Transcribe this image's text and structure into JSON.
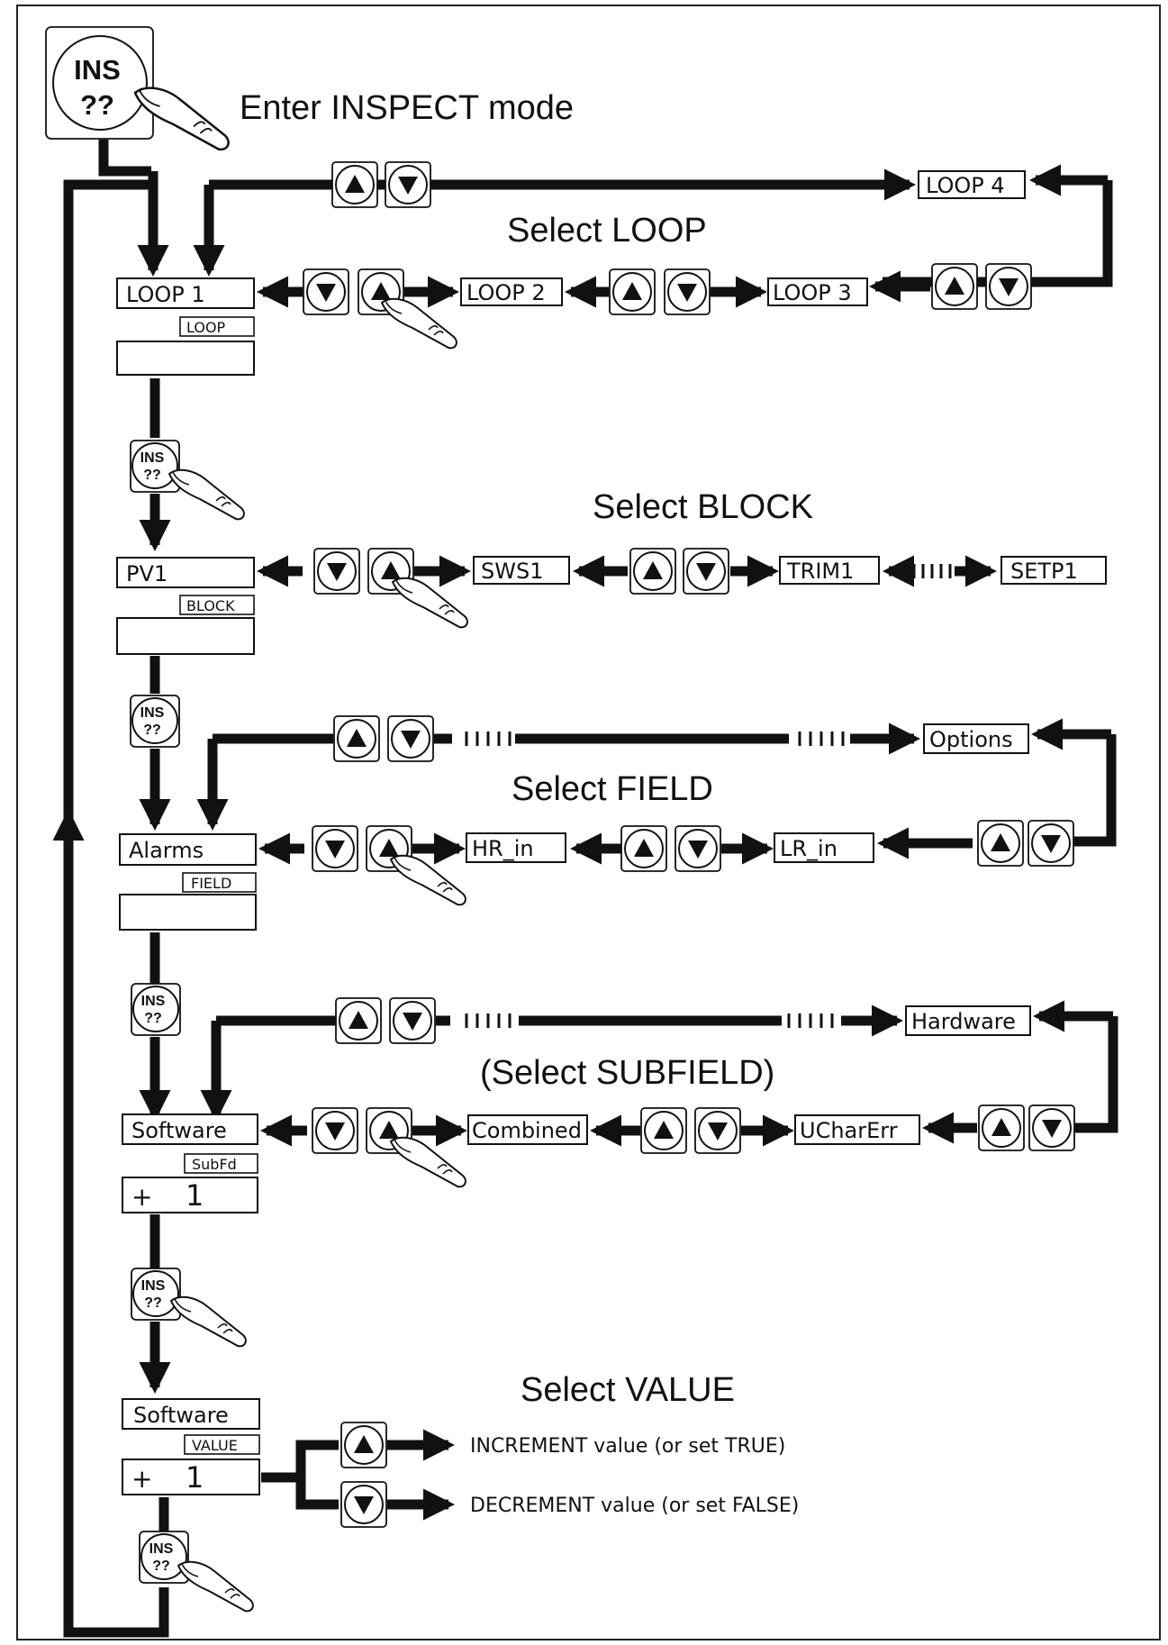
{
  "header": {
    "ins_key": {
      "line1": "INS",
      "line2": "??"
    },
    "title": "Enter INSPECT mode"
  },
  "loop": {
    "title": "Select LOOP",
    "display": "LOOP 1",
    "tag": "LOOP",
    "options": [
      "LOOP 2",
      "LOOP 3",
      "LOOP 4"
    ]
  },
  "block": {
    "title": "Select BLOCK",
    "display": "PV1",
    "tag": "BLOCK",
    "options": [
      "SWS1",
      "TRIM1",
      "SETP1"
    ]
  },
  "field": {
    "title": "Select FIELD",
    "display": "Alarms",
    "tag": "FIELD",
    "options": [
      "HR_in",
      "LR_in",
      "Options"
    ]
  },
  "subfield": {
    "title": "(Select SUBFIELD)",
    "display": "Software",
    "tag": "SubFd",
    "value_sign": "+",
    "value_number": "1",
    "options": [
      "Combined",
      "UCharErr",
      "Hardware"
    ]
  },
  "value": {
    "title": "Select VALUE",
    "display": "Software",
    "tag": "VALUE",
    "value_sign": "+",
    "value_number": "1",
    "increment_label": "INCREMENT value (or set TRUE)",
    "decrement_label": "DECREMENT value (or set FALSE)"
  },
  "small_ins_key": {
    "line1": "INS",
    "line2": "??"
  }
}
